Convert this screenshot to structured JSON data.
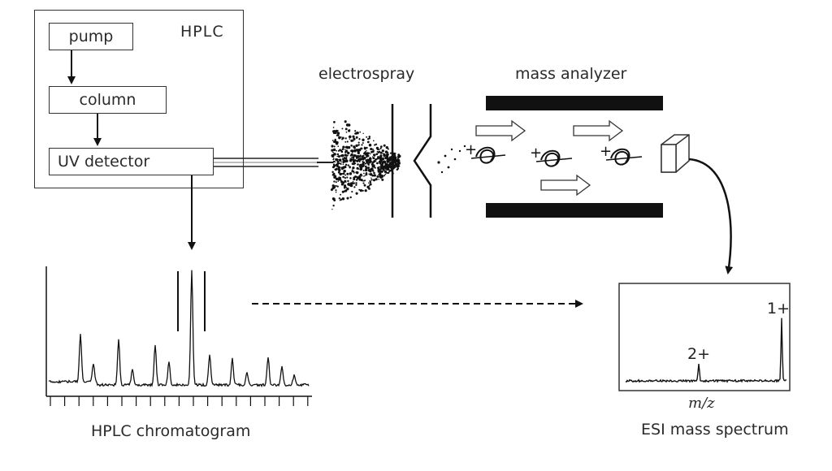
{
  "hplc": {
    "title": "HPLC",
    "pump": "pump",
    "column": "column",
    "uv_detector": "UV detector"
  },
  "electrospray_label": "electrospray",
  "mass_analyzer_label": "mass analyzer",
  "chromatogram_label": "HPLC chromatogram",
  "spectrum": {
    "xlabel": "m/z",
    "caption": "ESI mass spectrum",
    "peak_labels": [
      "2+",
      "1+"
    ]
  },
  "ion_charge_symbol": "+"
}
